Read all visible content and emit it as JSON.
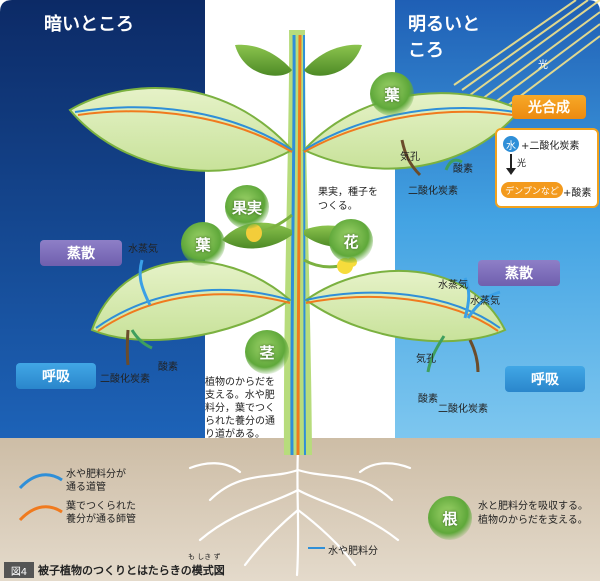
{
  "regions": {
    "dark": "暗いところ",
    "light": "明るいところ"
  },
  "sunlight_label": "光",
  "bubbles": {
    "leaf_top": "葉",
    "fruit": "果実",
    "leaf_left": "葉",
    "flower": "花",
    "stem": "茎",
    "root": "根"
  },
  "photosynthesis": {
    "title": "光合成",
    "water_icon": "水",
    "line1": "+二酸化炭素",
    "light": "光",
    "product": "デンプンなど",
    "line2_tail": "+酸素"
  },
  "labels": {
    "pore_top": "気孔",
    "oxygen_top": "酸素",
    "co2_top": "二酸化炭素",
    "vapor_left": "水蒸気",
    "vapor_right_1": "水蒸気",
    "vapor_right_2": "水蒸気",
    "oxygen_left": "酸素",
    "co2_left": "二酸化炭素",
    "pore_right": "気孔",
    "oxygen_right": "酸素",
    "co2_right": "二酸化炭素",
    "water_fertilizer": "水や肥料分"
  },
  "pills": {
    "transpiration_left": "蒸散",
    "respiration_left": "呼吸",
    "transpiration_right": "蒸散",
    "respiration_right": "呼吸"
  },
  "notes": {
    "fruit_seed": "果実，種子を\nつくる。",
    "stem": "植物のからだを\n支える。水や肥\n料分，葉でつく\nられた養分の通\nり道がある。",
    "root": "水と肥料分を吸収する。\n植物のからだを支える。"
  },
  "legend": {
    "blue": "水や肥料分が\n通る道管",
    "orange": "葉でつくられた\n養分が通る師管"
  },
  "caption": {
    "number": "図4",
    "text": "被子植物のつくりとはたらきの模式図",
    "ruby": "も しき ず"
  },
  "colors": {
    "dark_sky": "#0f2f6e",
    "light_sky": "#3fa6e0",
    "soil": "#d6c8b4",
    "vessel": "#2f8fd8",
    "sieve": "#f07a1e",
    "leaf": "#6ca832",
    "stem": "#a9d46a"
  }
}
